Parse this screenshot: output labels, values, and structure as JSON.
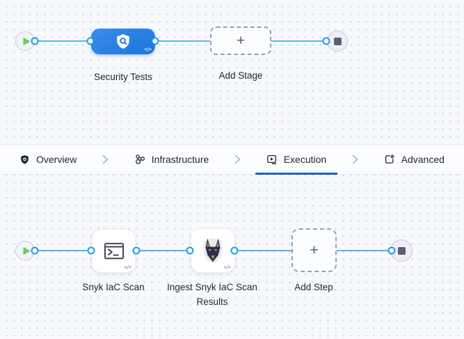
{
  "stage_canvas": {
    "start_node_icon": "play-icon",
    "end_node_icon": "stop-icon",
    "stage": {
      "label": "Security Tests",
      "icon": "security-shield-icon",
      "code_glyph": "</>"
    },
    "add_stage_label": "Add Stage",
    "plus_glyph": "+"
  },
  "tabs": {
    "separator_icon": "chevron-right-icon",
    "items": [
      {
        "label": "Overview",
        "icon": "shield-icon",
        "active": false
      },
      {
        "label": "Infrastructure",
        "icon": "infrastructure-icon",
        "active": false
      },
      {
        "label": "Execution",
        "icon": "execution-play-icon",
        "active": true
      },
      {
        "label": "Advanced",
        "icon": "advanced-gear-icon",
        "active": false
      }
    ]
  },
  "execution_canvas": {
    "start_node_icon": "play-icon",
    "end_node_icon": "stop-icon",
    "steps": [
      {
        "label": "Snyk IaC Scan",
        "icon": "terminal-icon",
        "code_glyph": "</>"
      },
      {
        "label": "Ingest Snyk IaC Scan Results",
        "icon": "snyk-dog-icon",
        "code_glyph": "</>"
      }
    ],
    "add_step_label": "Add Step",
    "plus_glyph": "+"
  },
  "colors": {
    "stage_node_blue": "#2b80e4",
    "connection_line": "#5ab5ea",
    "connector_port": "#1d9ce0",
    "active_tab_underline": "#2061c5",
    "play_green": "#6fc862",
    "stop_gray": "#5b6070",
    "canvas_background": "#f7f9fd"
  }
}
